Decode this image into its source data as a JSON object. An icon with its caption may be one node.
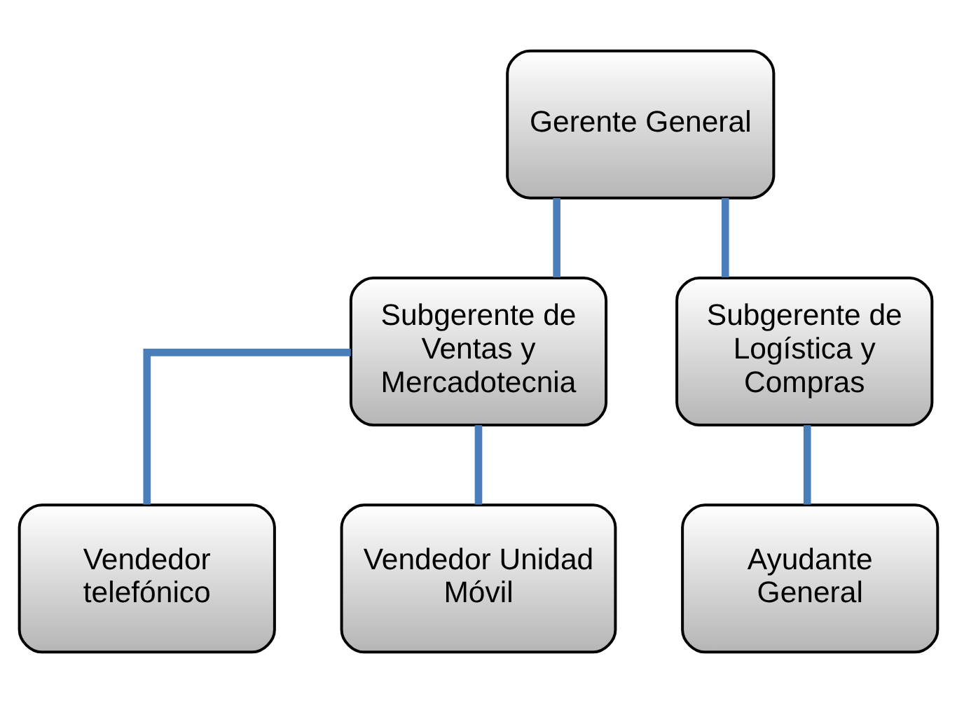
{
  "diagram": {
    "nodes": [
      {
        "text": [
          "Gerente General"
        ]
      },
      {
        "text": [
          "Subgerente de Ventas y Mercadotecnia"
        ]
      },
      {
        "text": [
          "Subgerente de Logística y Compras"
        ]
      },
      {
        "text": [
          "Vendedor telefónico"
        ]
      },
      {
        "text": [
          "Vendedor Unidad Móvil"
        ]
      },
      {
        "text": [
          "Ayudante General"
        ]
      }
    ],
    "edges": [
      {
        "from": 0,
        "to": 1,
        "arrow": "none"
      },
      {
        "from": 0,
        "to": 2,
        "arrow": "none"
      },
      {
        "from": 1,
        "to": 3,
        "arrow": "none"
      },
      {
        "from": 1,
        "to": 4,
        "arrow": "none"
      },
      {
        "from": 2,
        "to": 5,
        "arrow": "none"
      }
    ]
  }
}
